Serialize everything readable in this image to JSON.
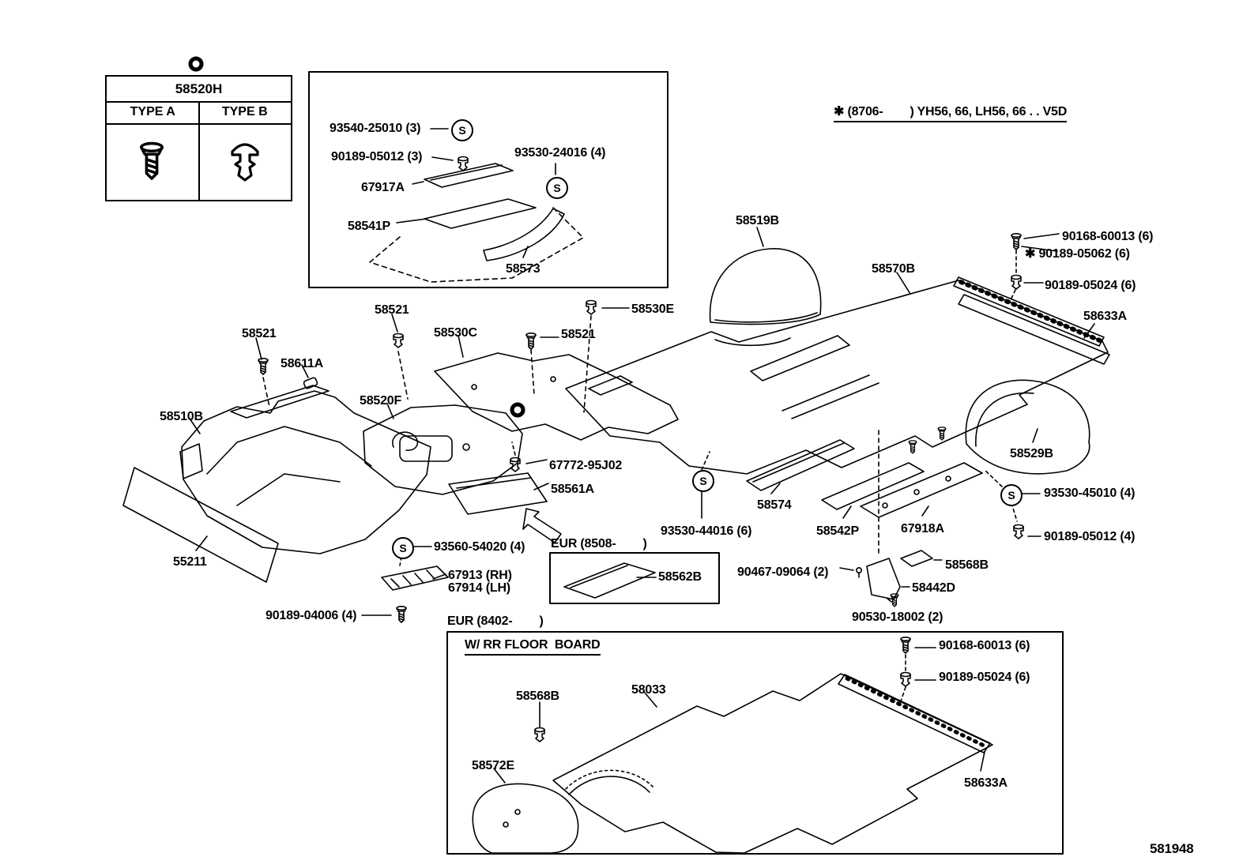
{
  "meta": {
    "diagram_number": "581948"
  },
  "note": {
    "text": "✱ (8706-        ) YH56, 66, LH56, 66 . . V5D"
  },
  "legend": {
    "title": "58520H",
    "type_a": "TYPE A",
    "type_b": "TYPE B"
  },
  "symbols": {
    "s": "S"
  },
  "labels": [
    "93540-25010 (3)",
    "90189-05012 (3)",
    "93530-24016 (4)",
    "67917A",
    "58541P",
    "58573",
    "58519B",
    "58570B",
    "90168-60013 (6)",
    "✱ 90189-05062 (6)",
    "90189-05024 (6)",
    "58633A",
    "58530E",
    "58521",
    "58530C",
    "58521",
    "58521",
    "58611A",
    "58520F",
    "58510B",
    "67772-95J02",
    "58561A",
    "58529B",
    "93530-44016 (6)",
    "58574",
    "58542P",
    "67918A",
    "93530-45010 (4)",
    "90189-05012 (4)",
    "55211",
    "93560-54020 (4)",
    "EUR (8508-        )",
    "58562B",
    "67913 (RH)",
    "67914 (LH)",
    "90189-04006 (4)",
    "90467-09064 (2)",
    "58568B",
    "58442D",
    "90530-18002 (2)",
    "EUR (8402-        )",
    "W/ RR FLOOR  BOARD",
    "90168-60013 (6)",
    "90189-05024 (6)",
    "58568B",
    "58033",
    "58572E",
    "58633A"
  ]
}
